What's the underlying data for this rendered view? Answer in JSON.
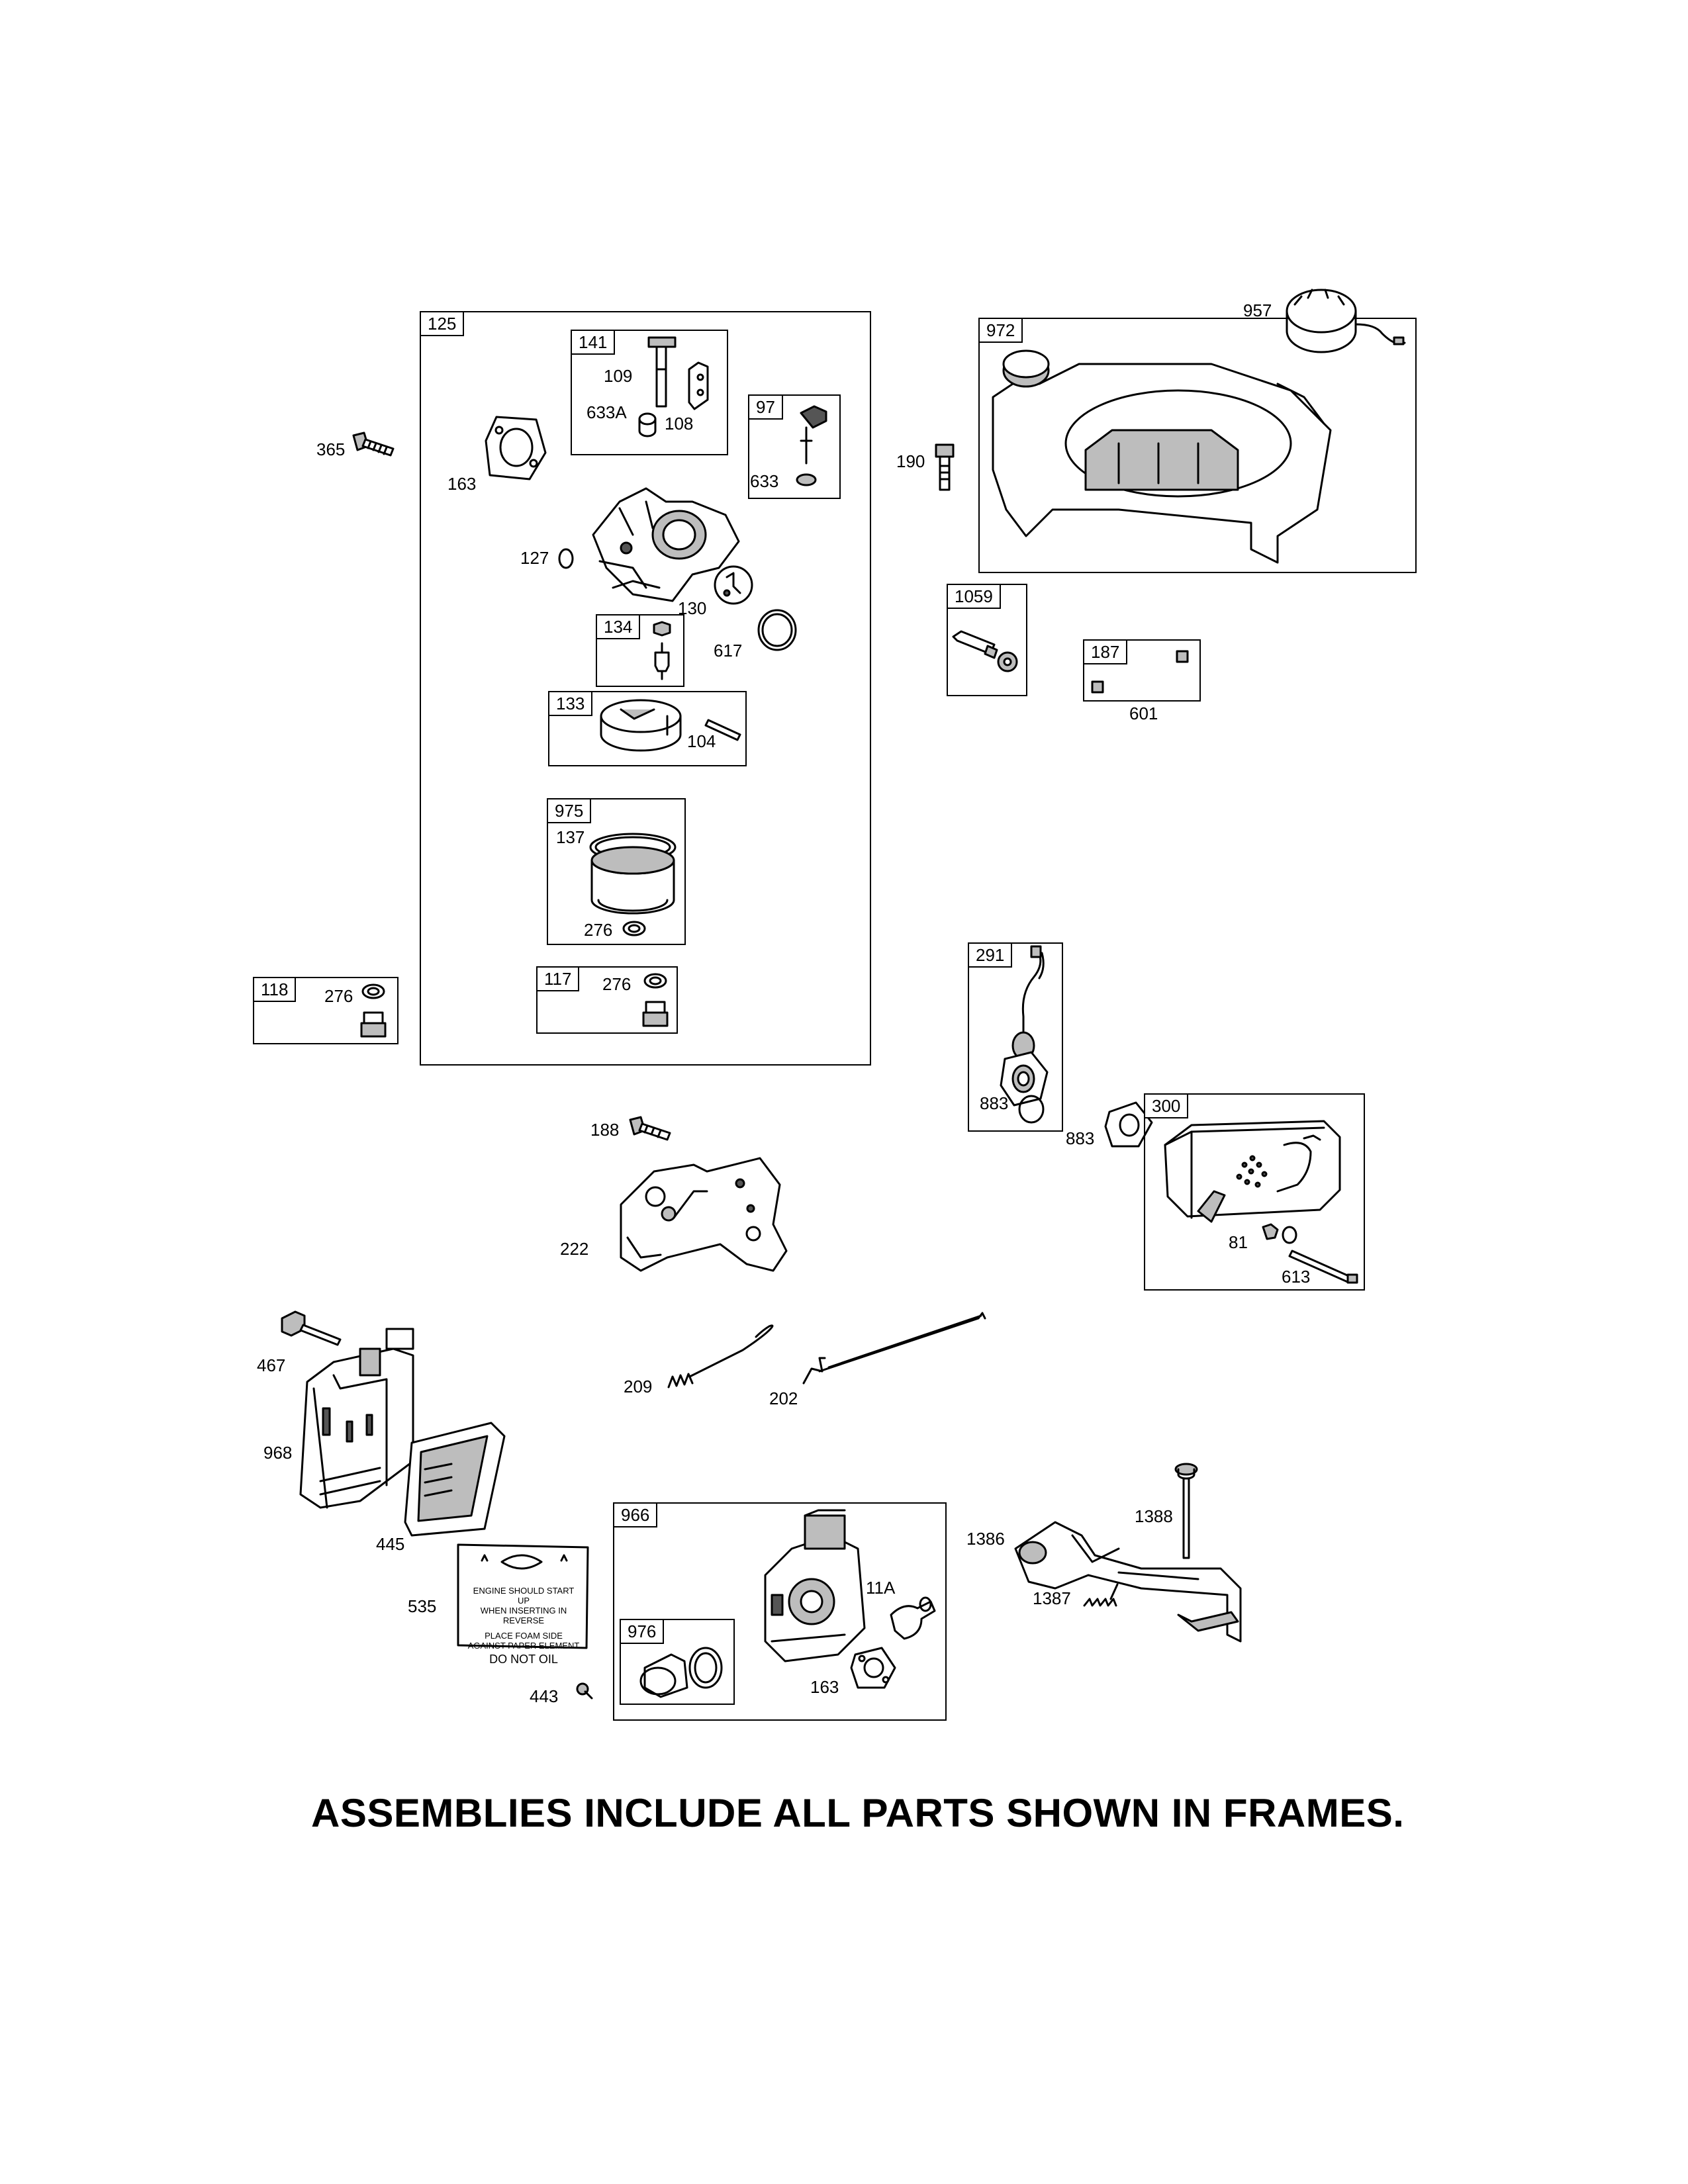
{
  "frames": {
    "f125": "125",
    "f141": "141",
    "f97": "97",
    "f134": "134",
    "f133": "133",
    "f975": "975",
    "f117": "117",
    "f118": "118",
    "f972": "972",
    "f1059": "1059",
    "f187": "187",
    "f291": "291",
    "f300": "300",
    "f966": "966",
    "f976": "976"
  },
  "labels": {
    "l365": "365",
    "l163a": "163",
    "l109": "109",
    "l633a": "633A",
    "l108": "108",
    "l633": "633",
    "l127": "127",
    "l130": "130",
    "l617": "617",
    "l104": "104",
    "l137": "137",
    "l276a": "276",
    "l276b": "276",
    "l276c": "276",
    "l190": "190",
    "l957": "957",
    "l601": "601",
    "l883a": "883",
    "l883b": "883",
    "l81": "81",
    "l613": "613",
    "l188": "188",
    "l222": "222",
    "l467": "467",
    "l968": "968",
    "l445": "445",
    "l535": "535",
    "l443": "443",
    "l209": "209",
    "l202": "202",
    "l11a": "11A",
    "l163b": "163",
    "l1386": "1386",
    "l1388": "1388",
    "l1387": "1387"
  },
  "decal": {
    "line1": "ENGINE SHOULD START UP",
    "line2": "WHEN INSERTING IN REVERSE",
    "line3": "PLACE FOAM SIDE",
    "line4": "AGAINST PAPER ELEMENT",
    "line5": "DO NOT OIL"
  },
  "footer": "ASSEMBLIES INCLUDE ALL PARTS SHOWN IN FRAMES."
}
